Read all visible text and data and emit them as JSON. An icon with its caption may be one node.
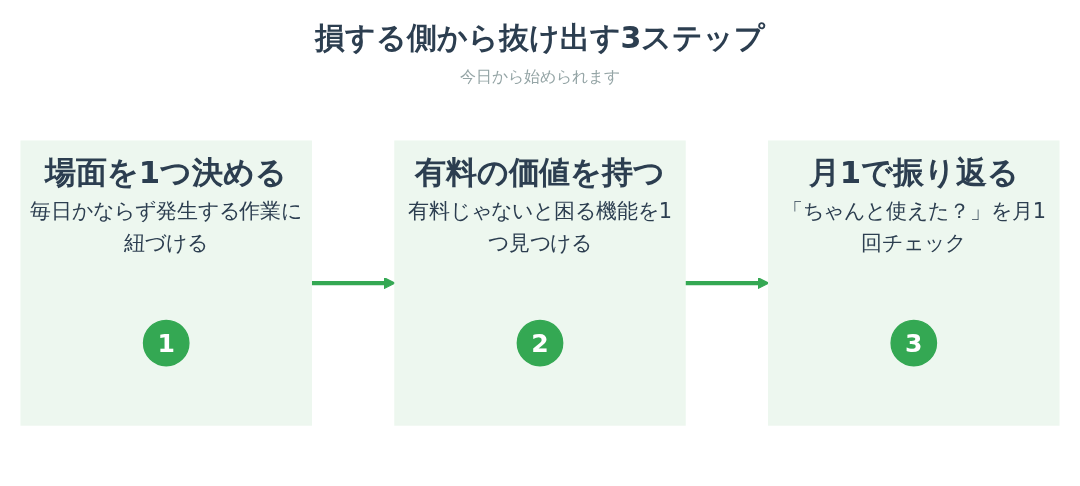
{
  "diagram": {
    "title": "損する側から抜け出す3ステップ",
    "nodes": [
      {
        "text": [
          "場面を1つ決める",
          "毎日かならず発生する作業に紐づける"
        ]
      },
      {
        "text": [
          "1"
        ],
        "in": 0
      },
      {
        "text": [
          "有料の価値を持つ",
          "有料じゃないと困る機能を1つ見つける"
        ]
      },
      {
        "text": [
          "2"
        ],
        "in": 2
      },
      {
        "text": [
          "月1で振り返る",
          "「ちゃんと使えた？」を月1回チェック"
        ]
      },
      {
        "text": [
          "3"
        ],
        "in": 4
      }
    ],
    "edges": [
      {
        "from": 0,
        "to": 2,
        "arrow": "to"
      },
      {
        "from": 2,
        "to": 4,
        "arrow": "to"
      }
    ],
    "labels": [
      "今日から始められます"
    ]
  }
}
